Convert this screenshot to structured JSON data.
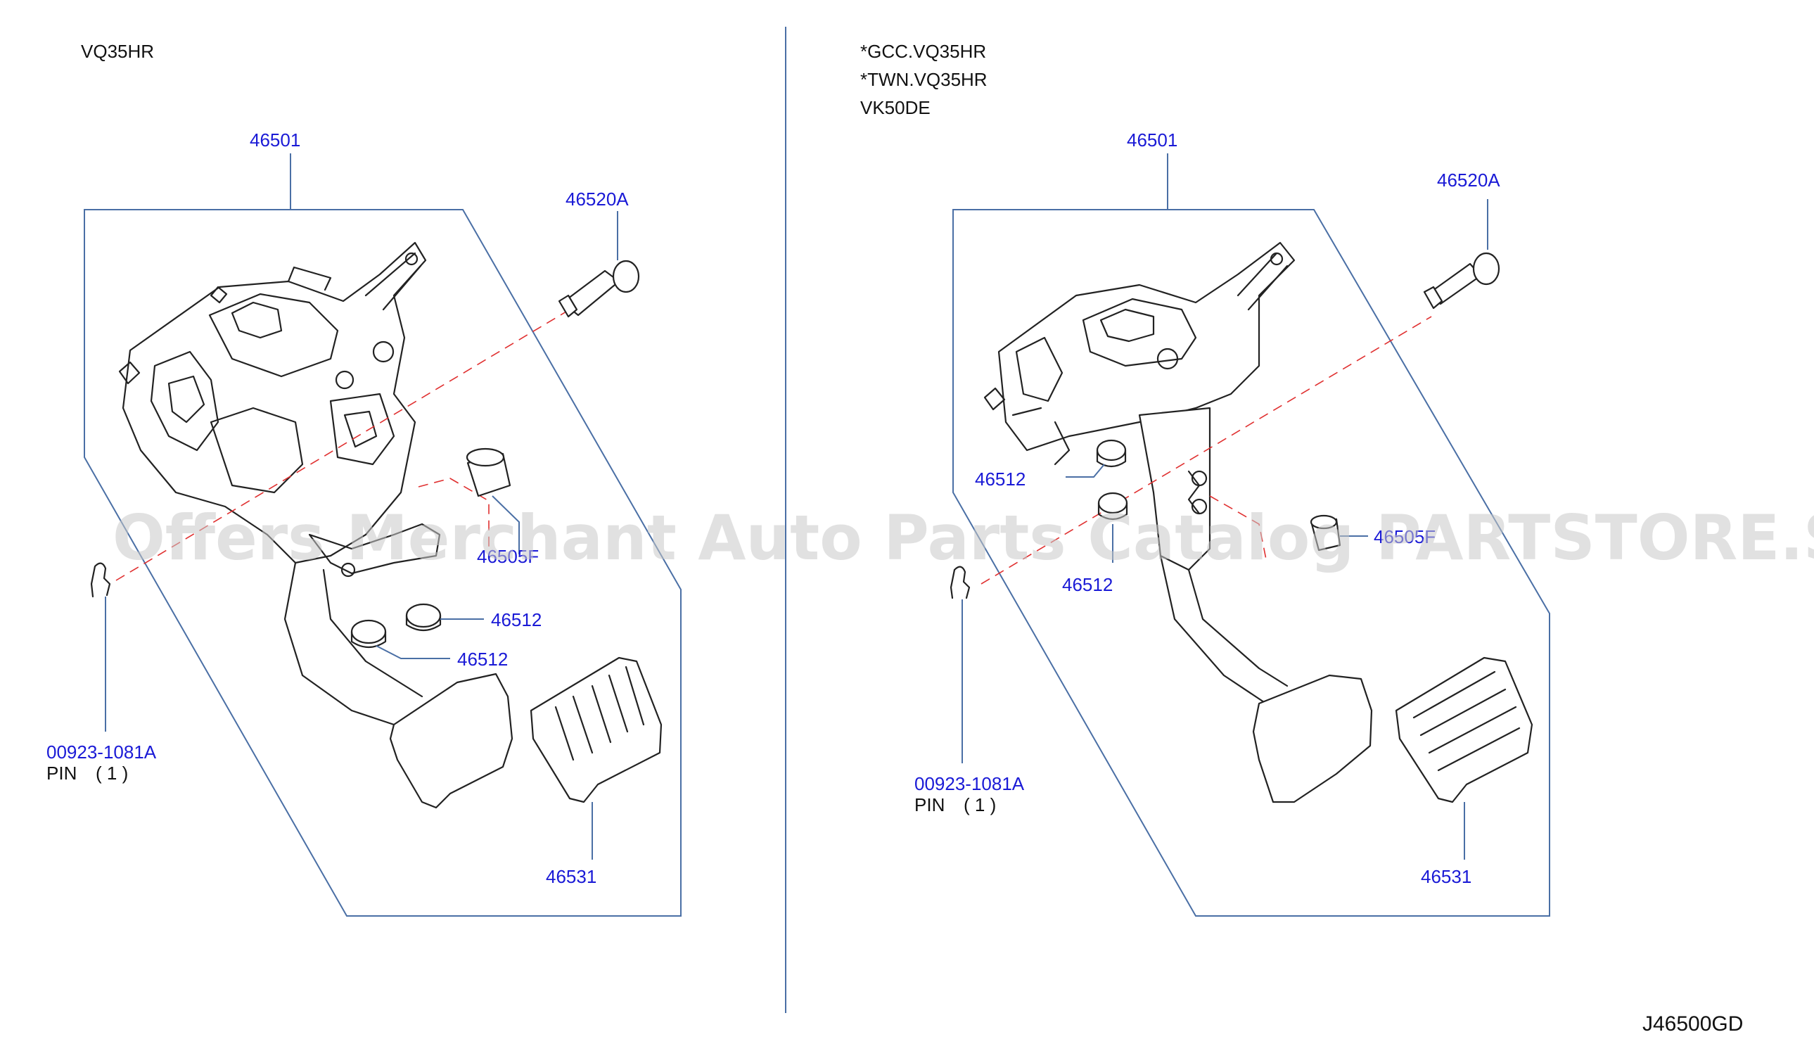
{
  "left_panel": {
    "engine": "VQ35HR",
    "assembly": "46501",
    "bolt": "46520A",
    "bushing": "46505F",
    "stopper_upper": "46512",
    "stopper_lower": "46512",
    "pin_part": "00923-1081A",
    "pin_desc": "PIN",
    "pin_qty": "( 1 )",
    "pad": "46531"
  },
  "right_panel": {
    "engine_1": "*GCC.VQ35HR",
    "engine_2": "*TWN.VQ35HR",
    "engine_3": "VK50DE",
    "assembly": "46501",
    "bolt": "46520A",
    "bushing": "46505F",
    "stopper_upper": "46512",
    "stopper_lower": "46512",
    "pin_part": "00923-1081A",
    "pin_desc": "PIN",
    "pin_qty": "( 1 )",
    "pad": "46531"
  },
  "diagram_code": "J46500GD",
  "watermark": "Offers Merchant Auto Parts Catalog PARTSTORE.SA",
  "colors": {
    "part_number": "#1a1ad6",
    "frame": "#4a6fa5",
    "centerline": "#e03030"
  }
}
